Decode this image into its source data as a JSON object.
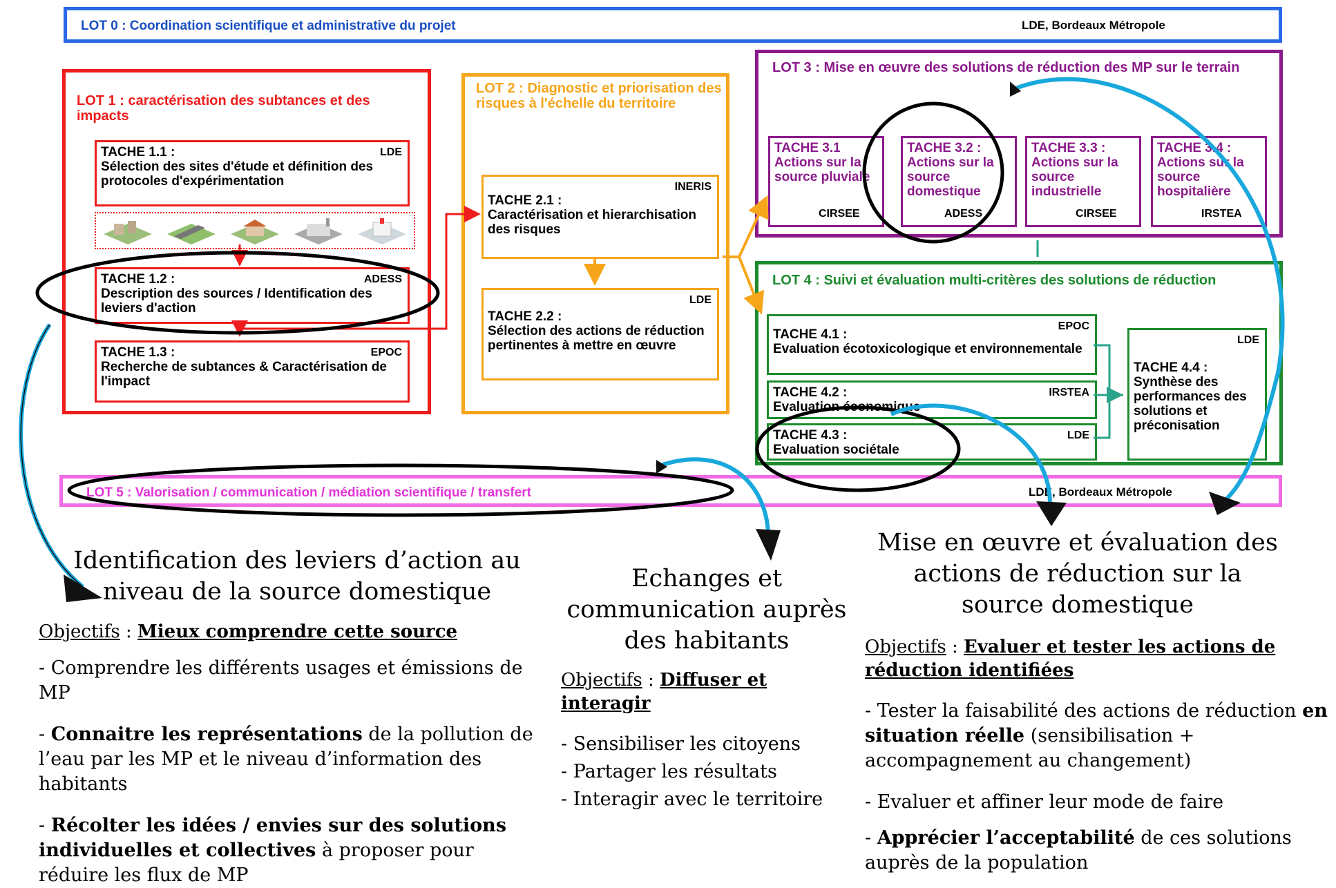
{
  "lot0": {
    "title": "LOT 0 : Coordination scientifique et administrative du projet",
    "partners": "LDE, Bordeaux Métropole"
  },
  "lot1": {
    "title": "LOT 1 : caractérisation des subtances et des impacts",
    "tasks": [
      {
        "id": "TACHE 1.1 :",
        "partner": "LDE",
        "desc": "Sélection des sites d'étude et définition des protocoles d'expérimentation"
      },
      {
        "id": "TACHE 1.2 :",
        "partner": "ADESS",
        "desc": "Description des sources / Identification des leviers d'action"
      },
      {
        "id": "TACHE 1.3 :",
        "partner": "EPOC",
        "desc": "Recherche de subtances & Caractérisation de l'impact"
      }
    ]
  },
  "lot2": {
    "title": "LOT 2 : Diagnostic et priorisation des risques à l'échelle du territoire",
    "tasks": [
      {
        "id": "TACHE 2.1 :",
        "partner": "INERIS",
        "desc": "Caractérisation et hierarchisation des risques"
      },
      {
        "id": "TACHE 2.2 :",
        "partner": "LDE",
        "desc": "Sélection des actions de réduction pertinentes à mettre en œuvre"
      }
    ]
  },
  "lot3": {
    "title": "LOT 3 : Mise en œuvre des solutions de réduction des MP sur le terrain",
    "tasks": [
      {
        "id": "TACHE 3.1",
        "partner": "CIRSEE",
        "desc": "Actions sur la source pluviale"
      },
      {
        "id": "TACHE 3.2 :",
        "partner": "ADESS",
        "desc": "Actions sur la source domestique"
      },
      {
        "id": "TACHE 3.3 :",
        "partner": "CIRSEE",
        "desc": "Actions sur la source industrielle"
      },
      {
        "id": "TACHE 3.4 :",
        "partner": "IRSTEA",
        "desc": "Actions sur la source hospitalière"
      }
    ]
  },
  "lot4": {
    "title": "LOT 4 : Suivi et évaluation multi-critères des solutions de réduction",
    "tasks": [
      {
        "id": "TACHE 4.1 :",
        "partner": "EPOC",
        "desc": "Evaluation écotoxicologique et environnementale"
      },
      {
        "id": "TACHE 4.2 :",
        "partner": "IRSTEA",
        "desc": "Evaluation économique"
      },
      {
        "id": "TACHE 4.3 :",
        "partner": "LDE",
        "desc": "Evaluation sociétale"
      },
      {
        "id": "TACHE 4.4 :",
        "partner": "LDE",
        "desc": "Synthèse des performances des solutions et préconisation"
      }
    ]
  },
  "lot5": {
    "title": "LOT 5 : Valorisation / communication / médiation scientifique / transfert",
    "partners": "LDE, Bordeaux Métropole"
  },
  "left": {
    "heading": "Identification des leviers d’action au niveau de la source domestique",
    "obj_label": "Objectifs",
    "obj_sep": " : ",
    "obj_value": "Mieux comprendre cette source",
    "b1": "- Comprendre les différents usages et émissions de MP",
    "b2_bold": "Connaitre les représentations",
    "b2_rest": " de la pollution de l’eau par les MP et le niveau d’information des habitants",
    "b3_bold": "Récolter les idées / envies sur des solutions individuelles et collectives",
    "b3_rest": " à proposer pour réduire les flux de MP"
  },
  "middle": {
    "heading": "Echanges et communication auprès des habitants",
    "obj_label": "Objectifs",
    "obj_sep": " : ",
    "obj_value": "Diffuser et interagir",
    "b1": "- Sensibiliser les citoyens",
    "b2": "- Partager les résultats",
    "b3": "- Interagir avec le territoire"
  },
  "right": {
    "heading": "Mise en œuvre et évaluation des actions de réduction sur la source domestique",
    "obj_label": "Objectifs",
    "obj_sep": " : ",
    "obj_value": "Evaluer et tester les actions de réduction identifiées",
    "b1_pre": "- Tester la faisabilité des actions de réduction ",
    "b1_bold": "en situation réelle",
    "b1_rest": " (sensibilisation + accompagnement au changement)",
    "b2": "-  Evaluer et affiner leur mode de faire",
    "b3_bold": "Apprécier l’acceptabilité",
    "b3_rest": " de ces solutions auprès de la population"
  },
  "colors": {
    "lot0": "#2a6ae8",
    "lot1": "#ee1c1c",
    "lot2": "#f7a51b",
    "lot3": "#8b1a8b",
    "lot4": "#1d8b2e",
    "lot5": "#f06be6",
    "arrow": "#19a8dc",
    "connector": "#2aa38a"
  }
}
